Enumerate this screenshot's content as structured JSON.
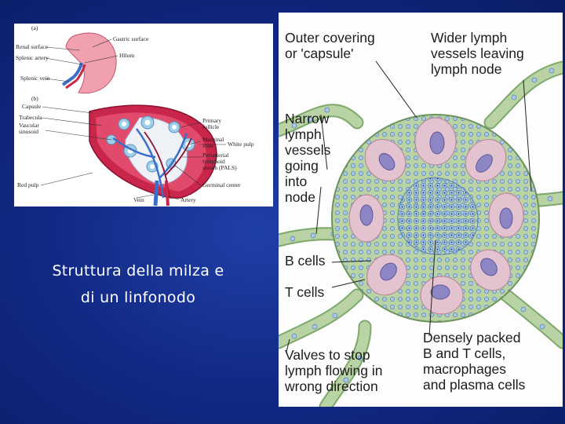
{
  "caption": {
    "line1": "Struttura della milza e",
    "line2": "di un linfonodo"
  },
  "spleen_figure": {
    "label_a": "(a)",
    "label_b": "(b)",
    "labels": {
      "renal_surface": "Renal surface",
      "gastric_surface": "Gastric surface",
      "splenic_artery": "Splenic artery",
      "hilum": "Hilum",
      "splenic_vein": "Splenic vein",
      "capsule": "Capsule",
      "trabecula": "Trabecula",
      "vascular_sinusoid_1": "Vascular",
      "vascular_sinusoid_2": "sinusoid",
      "primary_follicle_1": "Primary",
      "primary_follicle_2": "follicle",
      "marginal_zone_1": "Marginal",
      "marginal_zone_2": "zone",
      "pals_1": "Periarterial",
      "pals_2": "lymphoid",
      "pals_3": "sheath (PALS)",
      "white_pulp": "White pulp",
      "red_pulp": "Red pulp",
      "germinal_center": "Germinal center",
      "vein": "Vein",
      "artery": "Artery"
    }
  },
  "lymph_figure": {
    "outer_covering_1": "Outer covering",
    "outer_covering_2": "or 'capsule'",
    "wider_lymph_1": "Wider lymph",
    "wider_lymph_2": "vessels leaving",
    "wider_lymph_3": "lymph node",
    "narrow_1": "Narrow",
    "narrow_2": "lymph",
    "narrow_3": "vessels",
    "narrow_4": "going",
    "narrow_5": "into",
    "narrow_6": "node",
    "b_cells": "B cells",
    "t_cells": "T cells",
    "valves_1": "Valves to stop",
    "valves_2": "lymph flowing in",
    "valves_3": "wrong direction",
    "densely_1": "Densely packed",
    "densely_2": "B and T cells,",
    "densely_3": "macrophages",
    "densely_4": "and plasma cells"
  },
  "colors": {
    "background": "#122a86",
    "node_capsule": "#b9d3a4",
    "follicle": "#e3c3cf",
    "t_cell": "#8c86c4",
    "spleen_red": "#c8264a"
  }
}
